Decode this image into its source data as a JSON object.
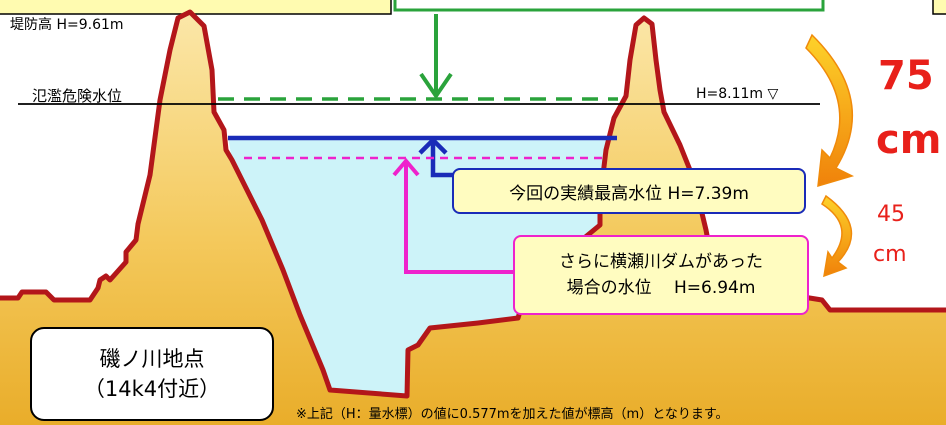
{
  "levee_height": "堤防高 H=9.61m",
  "flood_danger_label": "氾濫危険水位",
  "flood_danger_value": "H=8.11m ▽",
  "actual_max_level": "今回の実績最高水位 H=7.39m",
  "dam_level_line1": "さらに横瀬川ダムがあった",
  "dam_level_line2": "場合の水位　 H=6.94m",
  "diff_big_value": "75",
  "diff_big_unit": "cm",
  "diff_small_value": "45",
  "diff_small_unit": "cm",
  "location_name": "磯ノ川地点",
  "location_sub": "（14k4付近）",
  "note": "※上記（H：量水標）の値に0.577mを加えた値が標高（m）となります。",
  "colors": {
    "water": "#cdf3f9",
    "ground": "#f3c85a",
    "outline": "#b3161a",
    "flood_line": "#2aa33b",
    "actual_line": "#1a2bb8",
    "dam_line": "#ee22cc",
    "arrow": "#f5a00a",
    "red_text": "#e8201a"
  }
}
